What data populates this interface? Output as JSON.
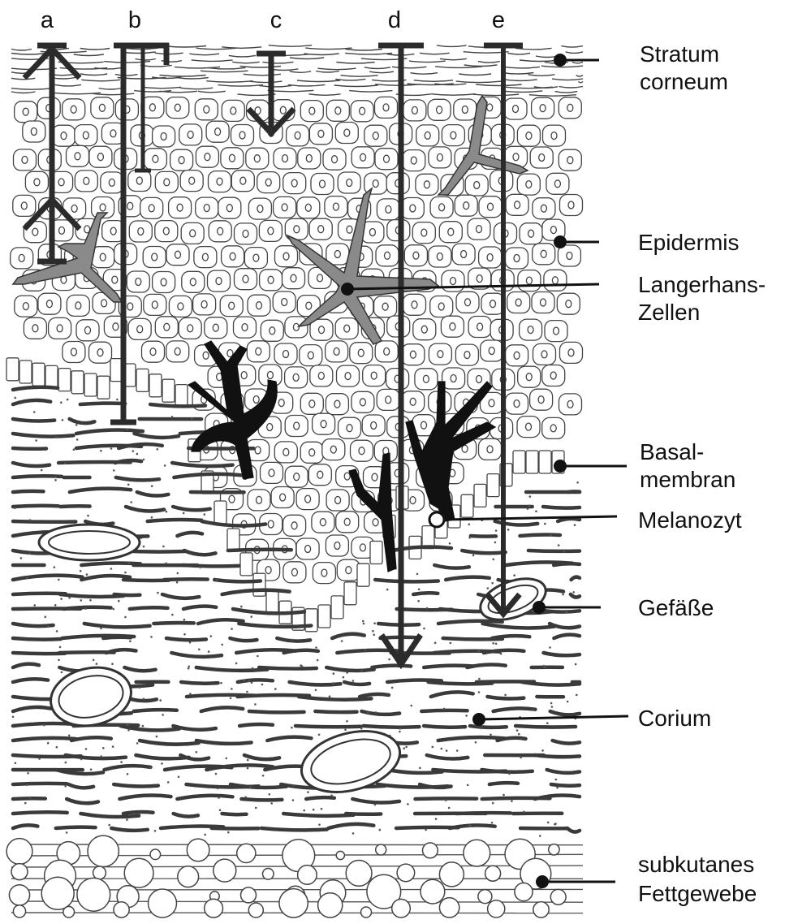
{
  "colors": {
    "ink": "#2b2b2b",
    "cell_line": "#444444",
    "langerhans_fill": "#8a8a8a",
    "melanocyte_fill": "#111111",
    "background": "#ffffff"
  },
  "columns": {
    "a": "a",
    "b": "b",
    "c": "c",
    "d": "d",
    "e": "e"
  },
  "labels": {
    "stratum_corneum": [
      "Stratum",
      "corneum"
    ],
    "epidermis": [
      "Epidermis"
    ],
    "langerhans": [
      "Langerhans-",
      "Zellen"
    ],
    "basalmembran": [
      "Basal-",
      "membran"
    ],
    "melanozyt": [
      "Melanozyt"
    ],
    "gefaesse": [
      "Gefäße"
    ],
    "corium": [
      "Corium"
    ],
    "subkutanes": [
      "subkutanes",
      "Fettgewebe"
    ]
  },
  "icons": {
    "arrow_a": "double-headed-arrow-icon",
    "bar_b": "depth-bar-icon",
    "arrow_c": "down-arrow-icon",
    "arrow_d": "down-arrow-icon",
    "arrow_e": "down-arrow-icon"
  }
}
